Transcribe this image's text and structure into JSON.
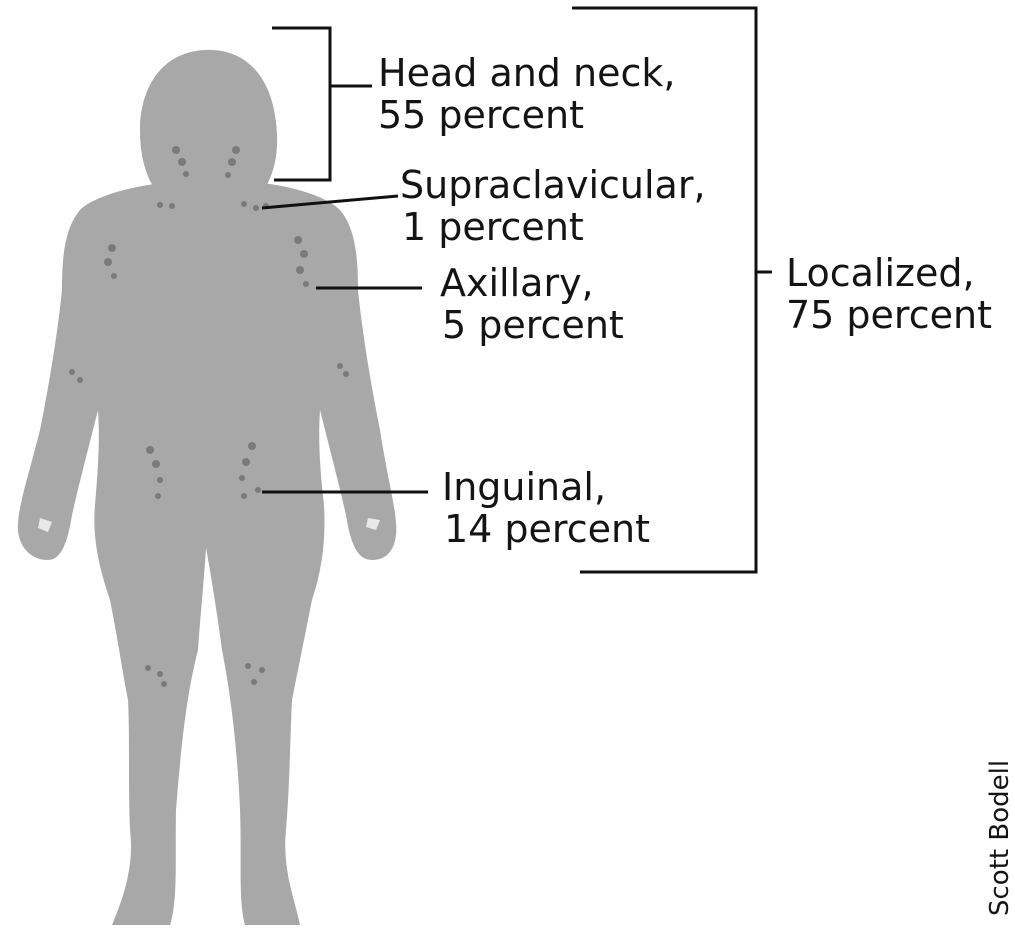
{
  "colors": {
    "body_fill": "#a8a8a8",
    "node_dot": "#7a7a7a",
    "line": "#111111",
    "background": "#ffffff"
  },
  "labels": {
    "head_neck": {
      "name": "Head and neck,",
      "value": "55 percent"
    },
    "supraclavicular": {
      "name": "Supraclavicular,",
      "value": "1 percent"
    },
    "axillary": {
      "name": "Axillary,",
      "value": "5 percent"
    },
    "inguinal": {
      "name": "Inguinal,",
      "value": "14 percent"
    },
    "localized": {
      "name": "Localized,",
      "value": "75 percent"
    }
  },
  "credit": "Scott Bodell"
}
